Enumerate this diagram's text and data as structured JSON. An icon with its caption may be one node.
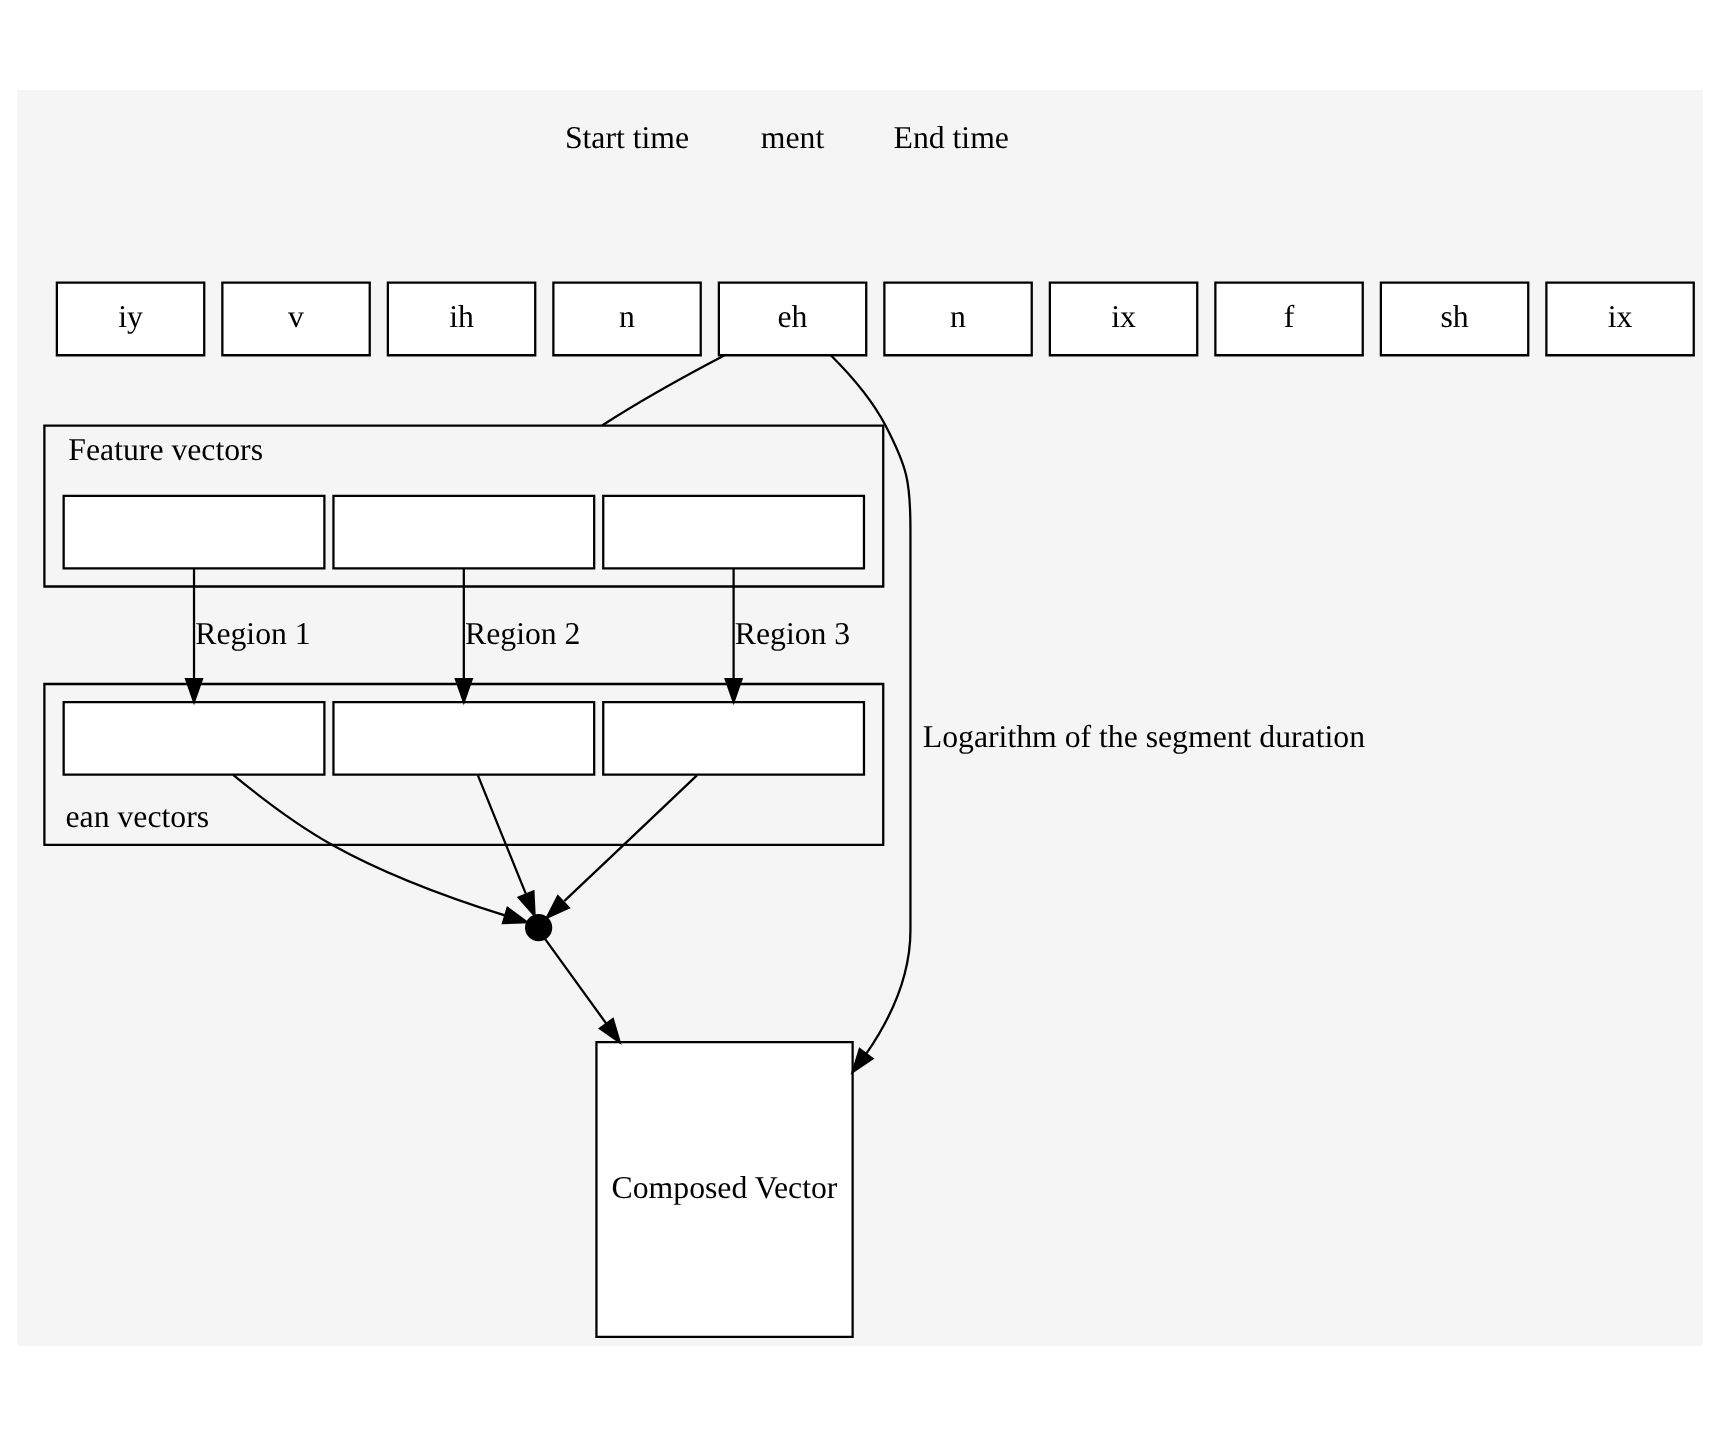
{
  "diagram": {
    "nodes": [
      {
        "text": [
          "iy"
        ]
      },
      {
        "text": [
          "v"
        ]
      },
      {
        "text": [
          "ih"
        ]
      },
      {
        "text": [
          "n"
        ]
      },
      {
        "text": [
          "eh"
        ]
      },
      {
        "text": [
          "n"
        ]
      },
      {
        "text": [
          "ix"
        ]
      },
      {
        "text": [
          "f"
        ]
      },
      {
        "text": [
          "sh"
        ]
      },
      {
        "text": [
          "ix"
        ]
      },
      {
        "text": [
          "Feature vectors"
        ]
      },
      {
        "text": [],
        "shape": "box",
        "in": 10
      },
      {
        "text": [],
        "shape": "box",
        "in": 10
      },
      {
        "text": [],
        "shape": "box",
        "in": 10
      },
      {
        "text": [
          "ean vectors"
        ]
      },
      {
        "text": [],
        "shape": "box",
        "in": 14
      },
      {
        "text": [],
        "shape": "box",
        "in": 14
      },
      {
        "text": [],
        "shape": "box",
        "in": 14
      },
      {
        "text": [],
        "shape": "circle"
      },
      {
        "text": [
          "Composed Vector"
        ]
      }
    ],
    "edges": [
      {
        "from": 4,
        "to": 10,
        "arrow": "none"
      },
      {
        "from": 11,
        "to": 15,
        "arrow": "to",
        "label": "Region 1"
      },
      {
        "from": 12,
        "to": 16,
        "arrow": "to",
        "label": "Region 2"
      },
      {
        "from": 13,
        "to": 17,
        "arrow": "to",
        "label": "Region 3"
      },
      {
        "from": 15,
        "to": 18,
        "arrow": "to"
      },
      {
        "from": 16,
        "to": 18,
        "arrow": "to"
      },
      {
        "from": 17,
        "to": 18,
        "arrow": "to"
      },
      {
        "from": 18,
        "to": 19,
        "arrow": "to"
      },
      {
        "from": 4,
        "to": 19,
        "arrow": "to",
        "label": "Logarithm of the segment duration"
      }
    ],
    "labels": [
      "Start time",
      "ment",
      "End time"
    ]
  }
}
